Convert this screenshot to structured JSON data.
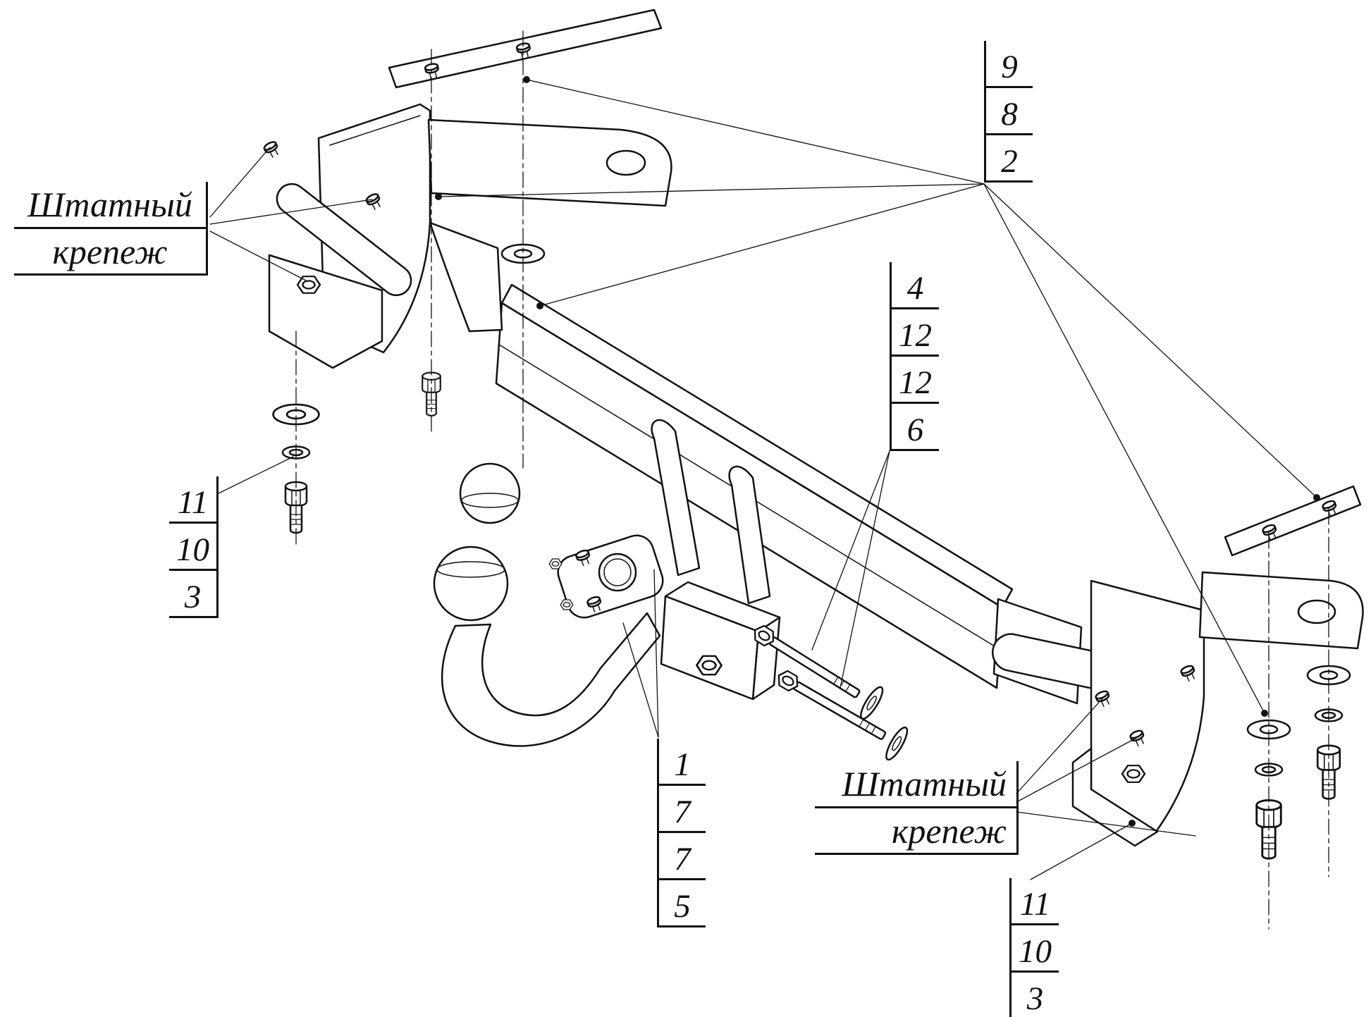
{
  "drawing": {
    "background": "#ffffff",
    "line_color": "#111111",
    "labels": {
      "left_fastener": {
        "line1": "Штатный",
        "line2": "крепеж"
      },
      "right_fastener": {
        "line1": "Штатный",
        "line2": "крепеж"
      }
    },
    "callouts": {
      "top_right": [
        "9",
        "8",
        "2"
      ],
      "mid_right": [
        "4",
        "12",
        "12",
        "6"
      ],
      "left": [
        "11",
        "10",
        "3"
      ],
      "bottom_center": [
        "1",
        "7",
        "7",
        "5"
      ],
      "bottom_right": [
        "11",
        "10",
        "3"
      ]
    }
  }
}
